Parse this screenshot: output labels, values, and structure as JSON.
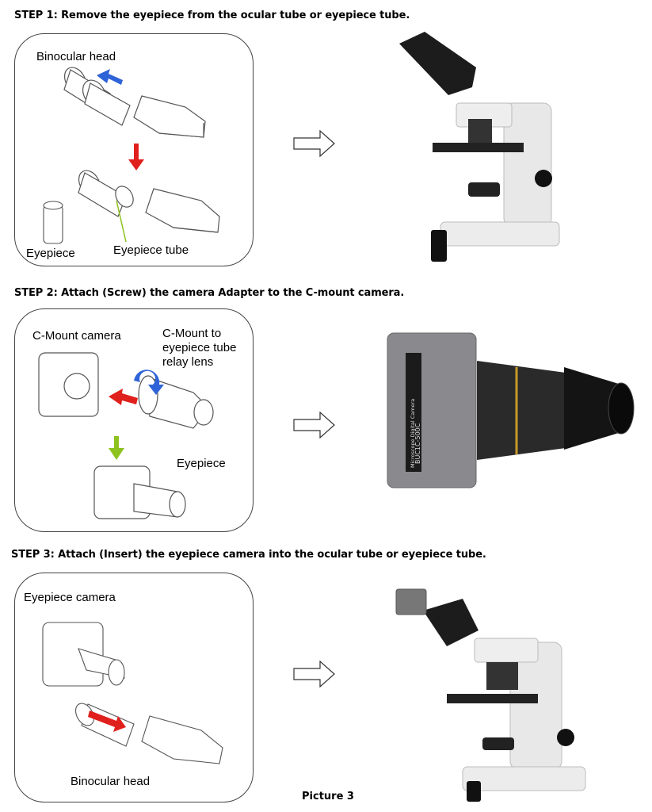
{
  "steps": [
    {
      "title": "STEP 1: Remove the eyepiece from the ocular tube or eyepiece tube.",
      "labels": {
        "head": "Binocular head",
        "eyepiece": "Eyepiece",
        "tube": "Eyepiece tube"
      }
    },
    {
      "title": "STEP 2: Attach (Screw) the camera Adapter to the C-mount camera.",
      "labels": {
        "camera": "C-Mount camera",
        "relay_1": "C-Mount to",
        "relay_2": "eyepiece tube",
        "relay_3": "relay lens",
        "eyepiece": "Eyepiece"
      },
      "camera_text": {
        "line1": "Microscope Digital Camera",
        "line2": "BUC1C-500C"
      }
    },
    {
      "title": "STEP 3: Attach (Insert) the eyepiece camera into the ocular tube or eyepiece tube.",
      "labels": {
        "camera": "Eyepiece camera",
        "head": "Binocular head"
      }
    }
  ],
  "caption": "Picture 3",
  "colors": {
    "blue_arrow": "#2f63d8",
    "red_arrow": "#e0201c",
    "green_arrow": "#8dc21f"
  }
}
